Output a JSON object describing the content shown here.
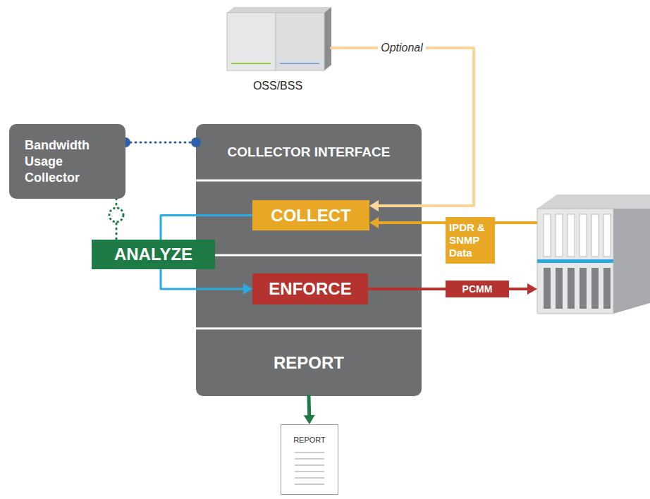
{
  "diagram": {
    "nodes": [
      {
        "text": [
          "OSS/BSS"
        ]
      },
      {
        "text": [
          "Bandwidth Usage Collector"
        ]
      },
      {
        "text": [
          "COLLECTOR INTERFACE"
        ]
      },
      {
        "text": [
          "COLLECT"
        ]
      },
      {
        "text": [
          "ANALYZE"
        ]
      },
      {
        "text": [
          "ENFORCE"
        ]
      },
      {
        "text": [
          "REPORT"
        ]
      },
      {
        "text": [
          "REPORT"
        ]
      },
      {
        "text": [
          "IPDR & SNMP Data"
        ]
      },
      {
        "text": [
          "PCMM"
        ]
      }
    ],
    "edges": [
      {
        "from": 0,
        "to": 3,
        "label": "Optional",
        "arrow": "to"
      },
      {
        "from": 1,
        "to": 2,
        "arrow": "none"
      },
      {
        "from": 1,
        "to": 4,
        "arrow": "none"
      },
      {
        "from": 3,
        "to": 5,
        "arrow": "to"
      },
      {
        "from": 8,
        "to": 3,
        "arrow": "to"
      },
      {
        "from": 5,
        "to": 9,
        "arrow": "none"
      },
      {
        "from": 6,
        "to": 7,
        "arrow": "to"
      }
    ]
  }
}
